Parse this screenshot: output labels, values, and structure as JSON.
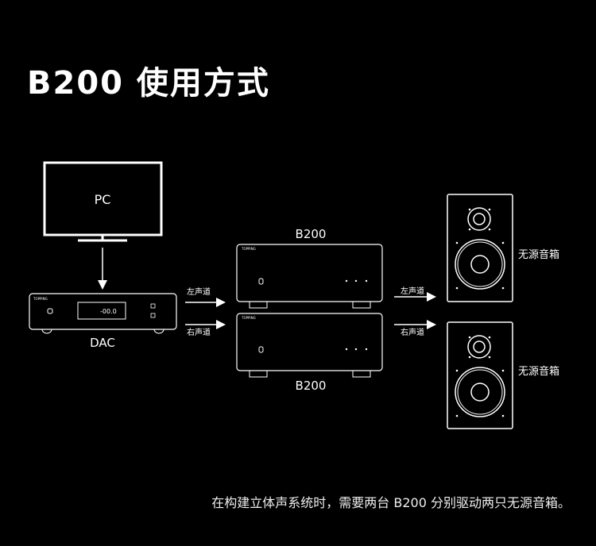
{
  "title": "B200 使用方式",
  "pc_label": "PC",
  "dac_label": "DAC",
  "amp_top_label": "B200",
  "amp_bottom_label": "B200",
  "left_channel": "左声道",
  "right_channel": "右声道",
  "speaker_label": "无源音箱",
  "device_brand": "TOPPING",
  "dac_display": "-00.0",
  "caption": "在构建立体声系统时，需要两台 B200 分别驱动两只无源音箱。"
}
